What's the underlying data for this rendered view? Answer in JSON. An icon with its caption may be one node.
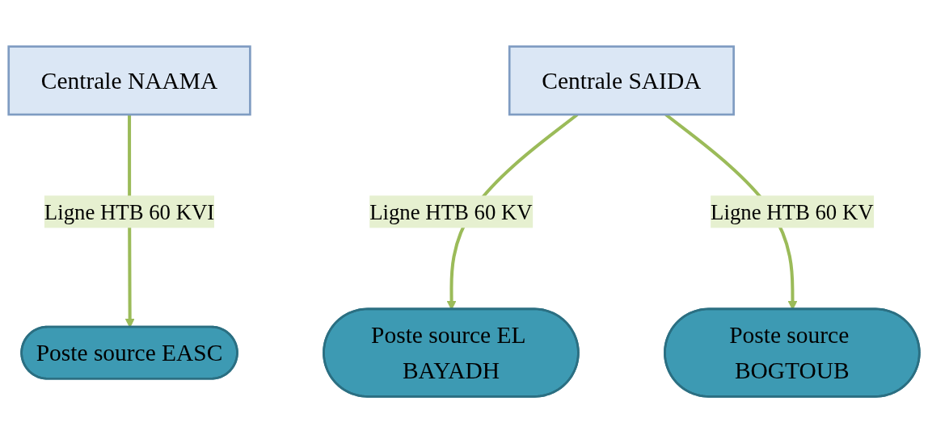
{
  "diagram": {
    "nodes": [
      {
        "text": [
          "Centrale NAAMA"
        ]
      },
      {
        "text": [
          "Centrale SAIDA"
        ]
      },
      {
        "text": [
          "Poste source EASC"
        ]
      },
      {
        "text": [
          "Poste source EL BAYADH"
        ]
      },
      {
        "text": [
          "Poste source BOGTOUB"
        ]
      }
    ],
    "edges": [
      {
        "from": 0,
        "to": 2,
        "arrow": "to",
        "label": "Ligne HTB 60 KVI"
      },
      {
        "from": 1,
        "to": 3,
        "arrow": "to",
        "label": "Ligne HTB 60 KV"
      },
      {
        "from": 1,
        "to": 4,
        "arrow": "to",
        "label": "Ligne HTB 60 KV"
      }
    ]
  }
}
